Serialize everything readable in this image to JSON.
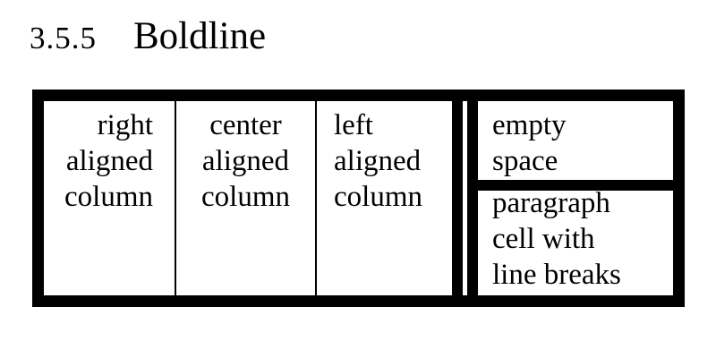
{
  "page": {
    "background_color": "#ffffff",
    "ink_color": "#000000"
  },
  "heading": {
    "number": "3.5.5",
    "title": "Boldline"
  },
  "table": {
    "border_style": "boldline",
    "columns": [
      {
        "align": "right",
        "lines": [
          "right",
          "aligned",
          "column"
        ]
      },
      {
        "align": "center",
        "lines": [
          "center",
          "aligned",
          "column"
        ]
      },
      {
        "align": "left",
        "lines": [
          "left",
          "aligned",
          "column"
        ]
      }
    ],
    "right_section": {
      "top_cell": {
        "lines": [
          "empty",
          "space"
        ]
      },
      "bottom_cell": {
        "lines": [
          "paragraph",
          "cell with",
          "line breaks"
        ]
      }
    }
  }
}
